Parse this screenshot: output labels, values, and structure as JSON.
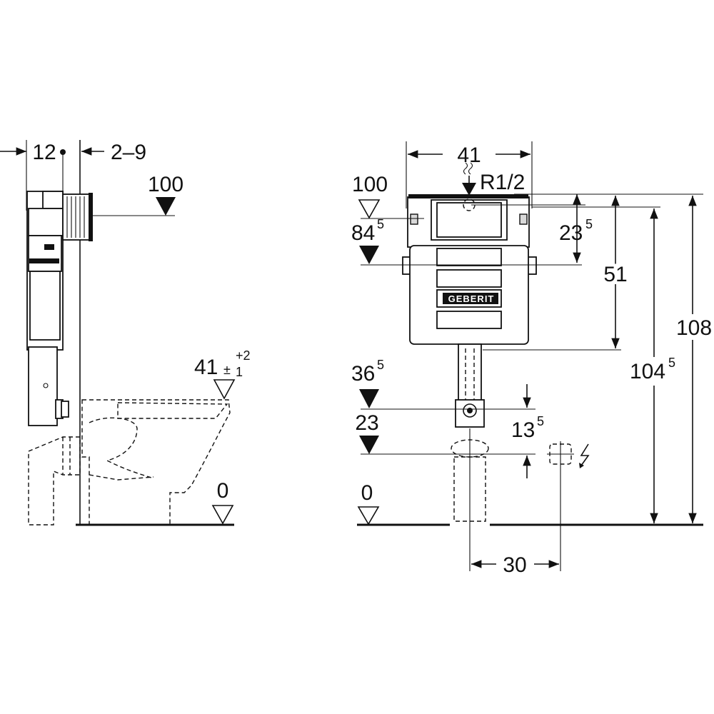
{
  "side_view": {
    "dim_wall_offset": "12",
    "dim_wall_range": "2–9",
    "level_inlet": "100",
    "level_seat": {
      "base": "41",
      "tol_upper": "+2",
      "tol_lower": "1",
      "tol_sign": "±"
    },
    "level_floor": "0"
  },
  "front_view": {
    "dim_width": "41",
    "connection": "R1/2",
    "level_top": "100",
    "level_bracket": {
      "base": "84",
      "sup": "5"
    },
    "dim_inlet_drop": {
      "base": "23",
      "sup": "5"
    },
    "dim_cistern_height": "51",
    "dim_total_height": "108",
    "dim_flush_pipe": {
      "base": "104",
      "sup": "5"
    },
    "level_outlet": {
      "base": "36",
      "sup": "5"
    },
    "level_drain": "23",
    "dim_outlet_gap": {
      "base": "13",
      "sup": "5"
    },
    "level_floor": "0",
    "dim_power_offset": "30",
    "brand_label": "GEBERIT"
  },
  "icons": {
    "water": "water-supply-icon",
    "power": "power-supply-icon",
    "level_filled": "level-marker-filled-icon",
    "level_open": "level-marker-open-icon"
  },
  "colors": {
    "line": "#111111",
    "background": "#ffffff",
    "fill_gray": "#d9d9d9"
  }
}
